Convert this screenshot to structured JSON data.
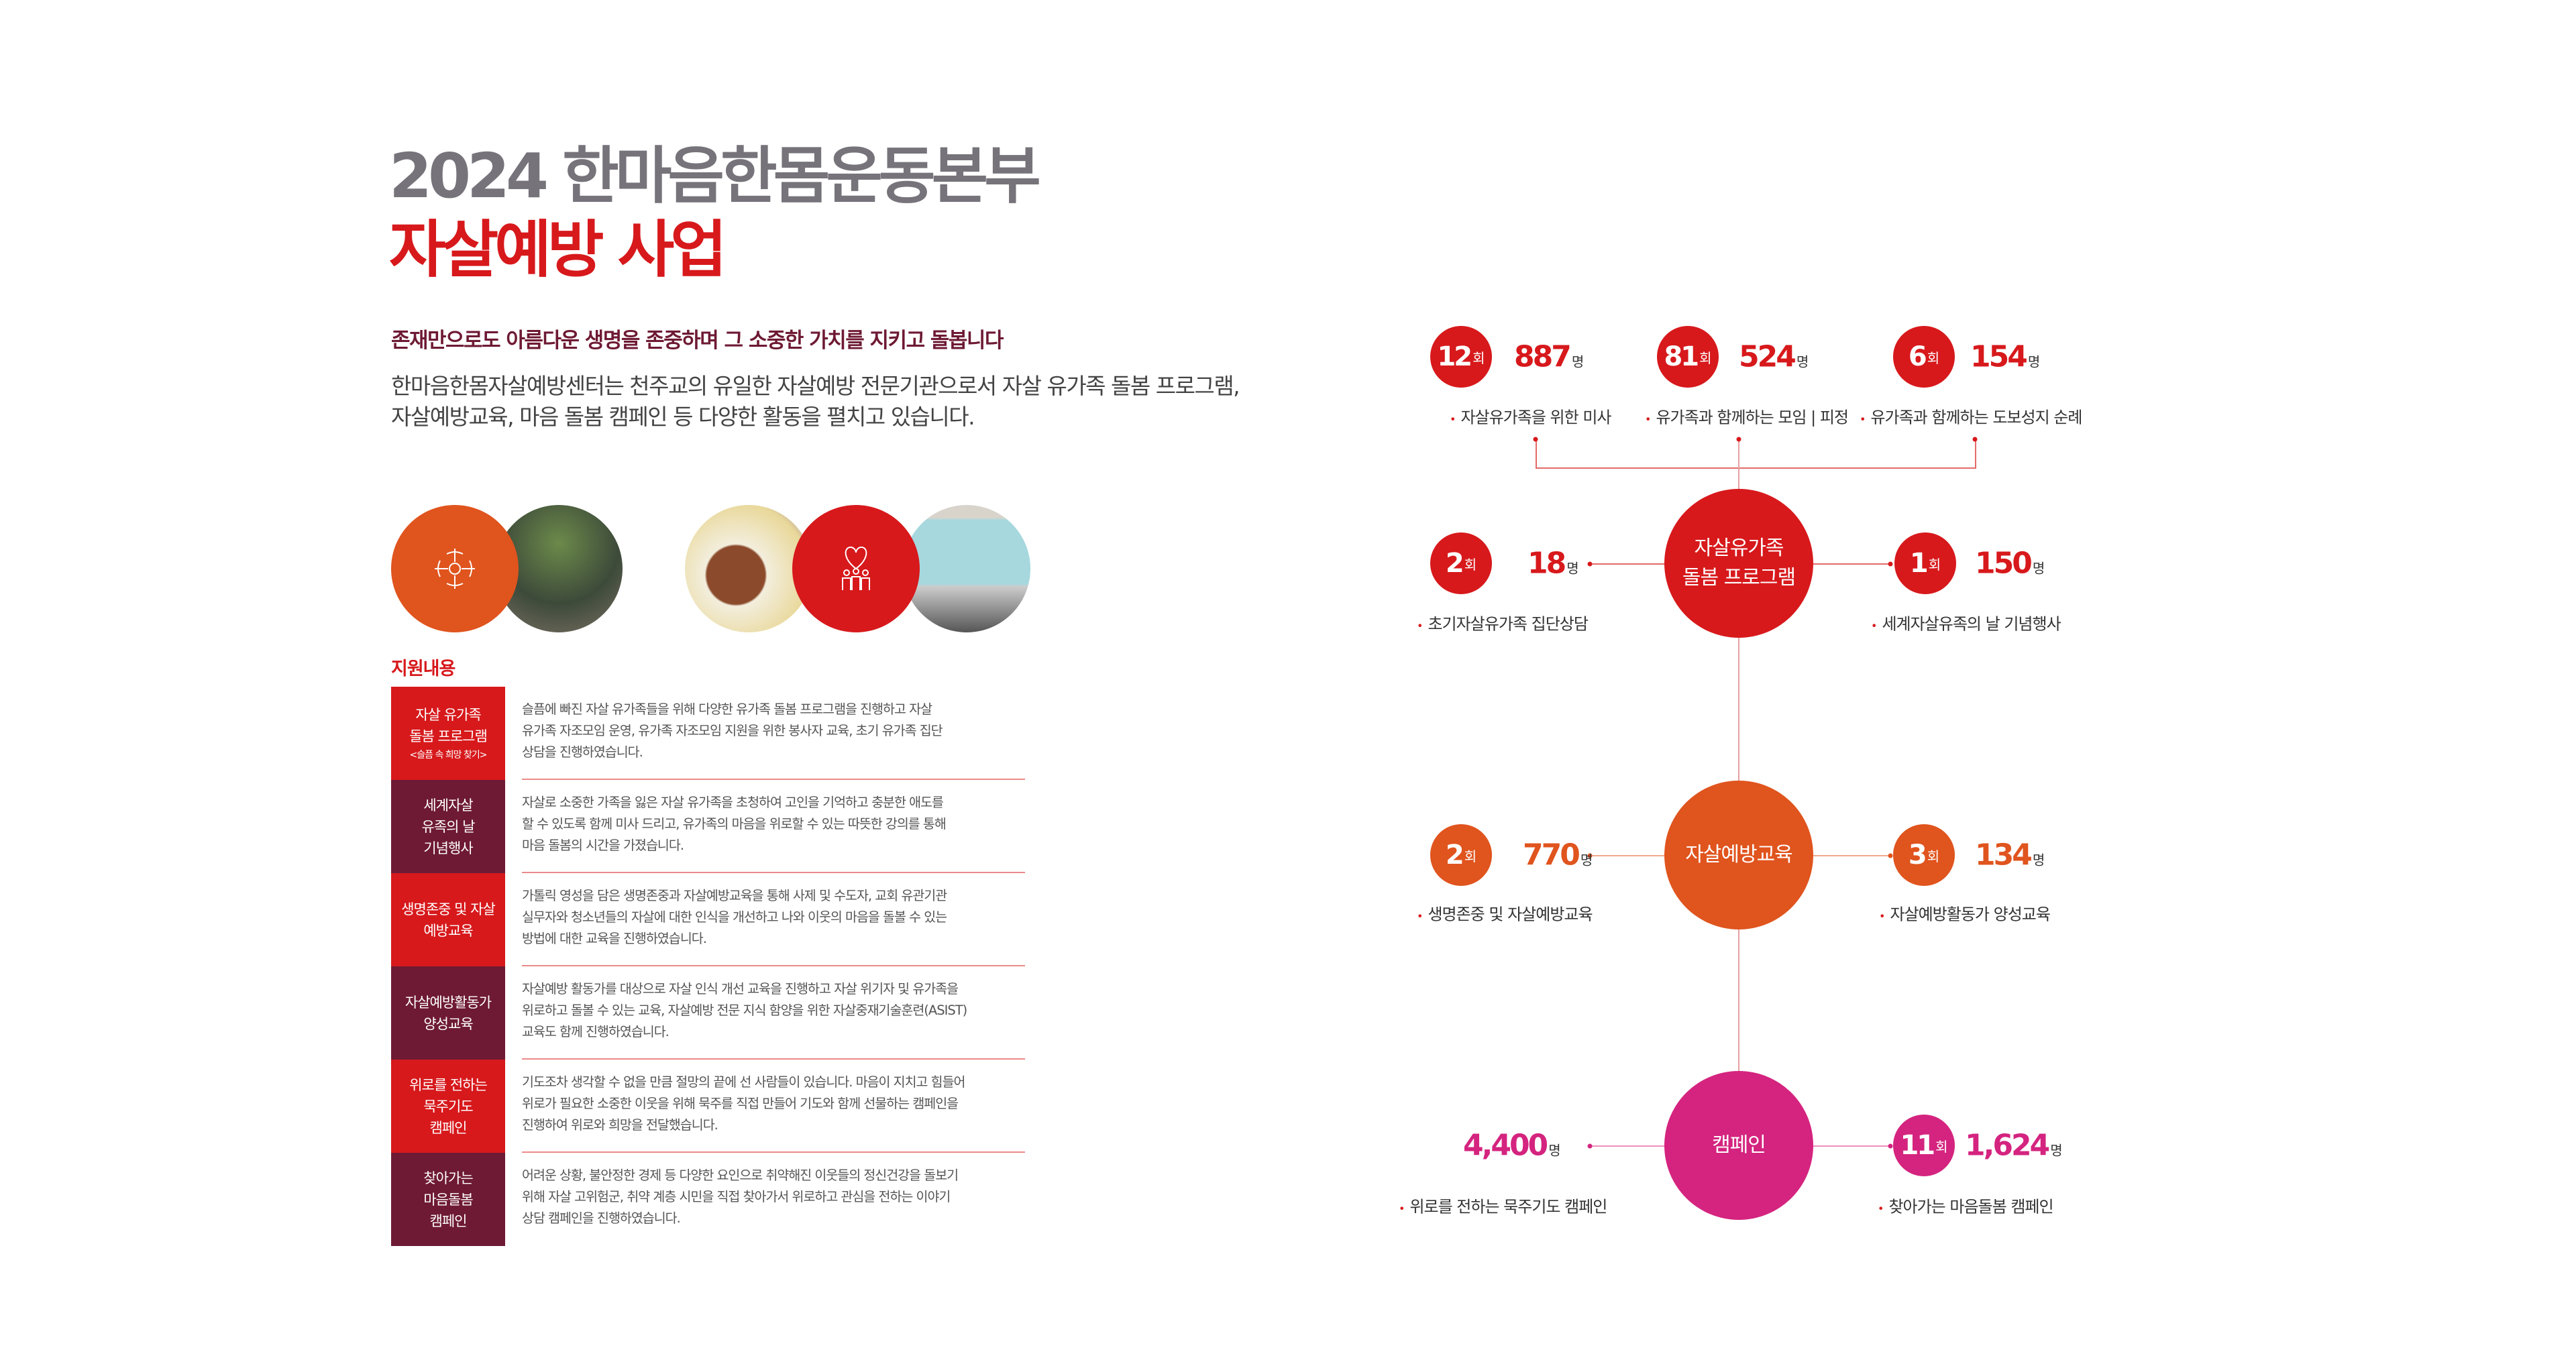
{
  "header": {
    "title_line1": "2024 한마음한몸운동본부",
    "title_line2": "자살예방 사업",
    "subtitle": "존재만으로도 아름다운 생명을 존중하며 그 소중한 가치를 지키고 돌봅니다",
    "intro": [
      "한마음한몸자살예방센터는 천주교의 유일한 자살예방 전문기관으로서 자살 유가족 돌봄 프로그램,",
      "자살예방교육, 마음 돌봄 캠페인 등 다양한 활동을 펼치고 있습니다."
    ]
  },
  "section_title": "지원내용",
  "colors": {
    "red": "#d7191c",
    "maroon": "#6e1a34",
    "orange": "#e0541e",
    "magenta": "#d4247f"
  },
  "support": [
    {
      "label": [
        "자살 유가족",
        "돌봄 프로그램"
      ],
      "note": "<슬픔 속 희망 찾기>",
      "desc": [
        "슬픔에 빠진 자살 유가족들을 위해 다양한 유가족 돌봄 프로그램을 진행하고 자살",
        "유가족 자조모임 운영, 유가족 자조모임 지원을 위한 봉사자 교육, 초기 유가족 집단",
        "상담을 진행하였습니다."
      ]
    },
    {
      "label": [
        "세계자살",
        "유족의 날",
        "기념행사"
      ],
      "desc": [
        "자살로 소중한 가족을 잃은 자살 유가족을 초청하여 고인을 기억하고 충분한 애도를",
        "할 수 있도록 함께 미사 드리고, 유가족의 마음을 위로할 수 있는 따뜻한 강의를 통해",
        "마음 돌봄의 시간을 가졌습니다."
      ]
    },
    {
      "label": [
        "생명존중 및 자살",
        "예방교육"
      ],
      "desc": [
        "가톨릭 영성을 담은 생명존중과 자살예방교육을 통해 사제 및 수도자, 교회 유관기관",
        "실무자와 청소년들의 자살에 대한 인식을 개선하고 나와 이웃의 마음을 돌볼 수 있는",
        "방법에 대한 교육을 진행하였습니다."
      ]
    },
    {
      "label": [
        "자살예방활동가",
        "양성교육"
      ],
      "desc": [
        "자살예방 활동가를 대상으로 자살 인식 개선 교육을 진행하고 자살 위기자 및 유가족을",
        "위로하고 돌볼 수 있는 교육, 자살예방 전문 지식 함양을 위한 자살중재기술훈련(ASIST)",
        "교육도 함께 진행하였습니다."
      ]
    },
    {
      "label": [
        "위로를 전하는",
        "묵주기도",
        "캠페인"
      ],
      "desc": [
        "기도조차 생각할 수 없을 만큼 절망의 끝에 선 사람들이 있습니다. 마음이 지치고 힘들어",
        "위로가 필요한 소중한 이웃을 위해 묵주를 직접 만들어 기도와 함께 선물하는 캠페인을",
        "진행하여 위로와 희망을 전달했습니다."
      ]
    },
    {
      "label": [
        "찾아가는",
        "마음돌봄",
        "캠페인"
      ],
      "desc": [
        "어려운 상황, 불안정한 경제 등 다양한 요인으로 취약해진 이웃들의 정신건강을 돌보기",
        "위해 자살 고위험군, 취약 계층 시민을 직접 찾아가서 위로하고 관심을 전하는 이야기",
        "상담 캠페인을 진행하였습니다."
      ]
    }
  ],
  "units": {
    "times": "회",
    "people": "명"
  },
  "diagram": {
    "hub1": {
      "label": [
        "자살유가족",
        "돌봄 프로그램"
      ],
      "top": [
        {
          "times": "12",
          "people": "887",
          "label": "자살유가족을 위한 미사"
        },
        {
          "times": "81",
          "people": "524",
          "label": "유가족과 함께하는 모임 | 피정"
        },
        {
          "times": "6",
          "people": "154",
          "label": "유가족과 함께하는 도보성지 순례"
        }
      ],
      "left": {
        "times": "2",
        "people": "18",
        "label": "초기자살유가족 집단상담"
      },
      "right": {
        "times": "1",
        "people": "150",
        "label": "세계자살유족의 날 기념행사"
      }
    },
    "hub2": {
      "label": "자살예방교육",
      "left": {
        "times": "2",
        "people": "770",
        "label": "생명존중 및 자살예방교육"
      },
      "right": {
        "times": "3",
        "people": "134",
        "label": "자살예방활동가 양성교육"
      }
    },
    "hub3": {
      "label": "캠페인",
      "left": {
        "people": "4,400",
        "label": "위로를 전하는 묵주기도 캠페인"
      },
      "right": {
        "times": "11",
        "people": "1,624",
        "label": "찾아가는 마음돌봄 캠페인"
      }
    }
  }
}
